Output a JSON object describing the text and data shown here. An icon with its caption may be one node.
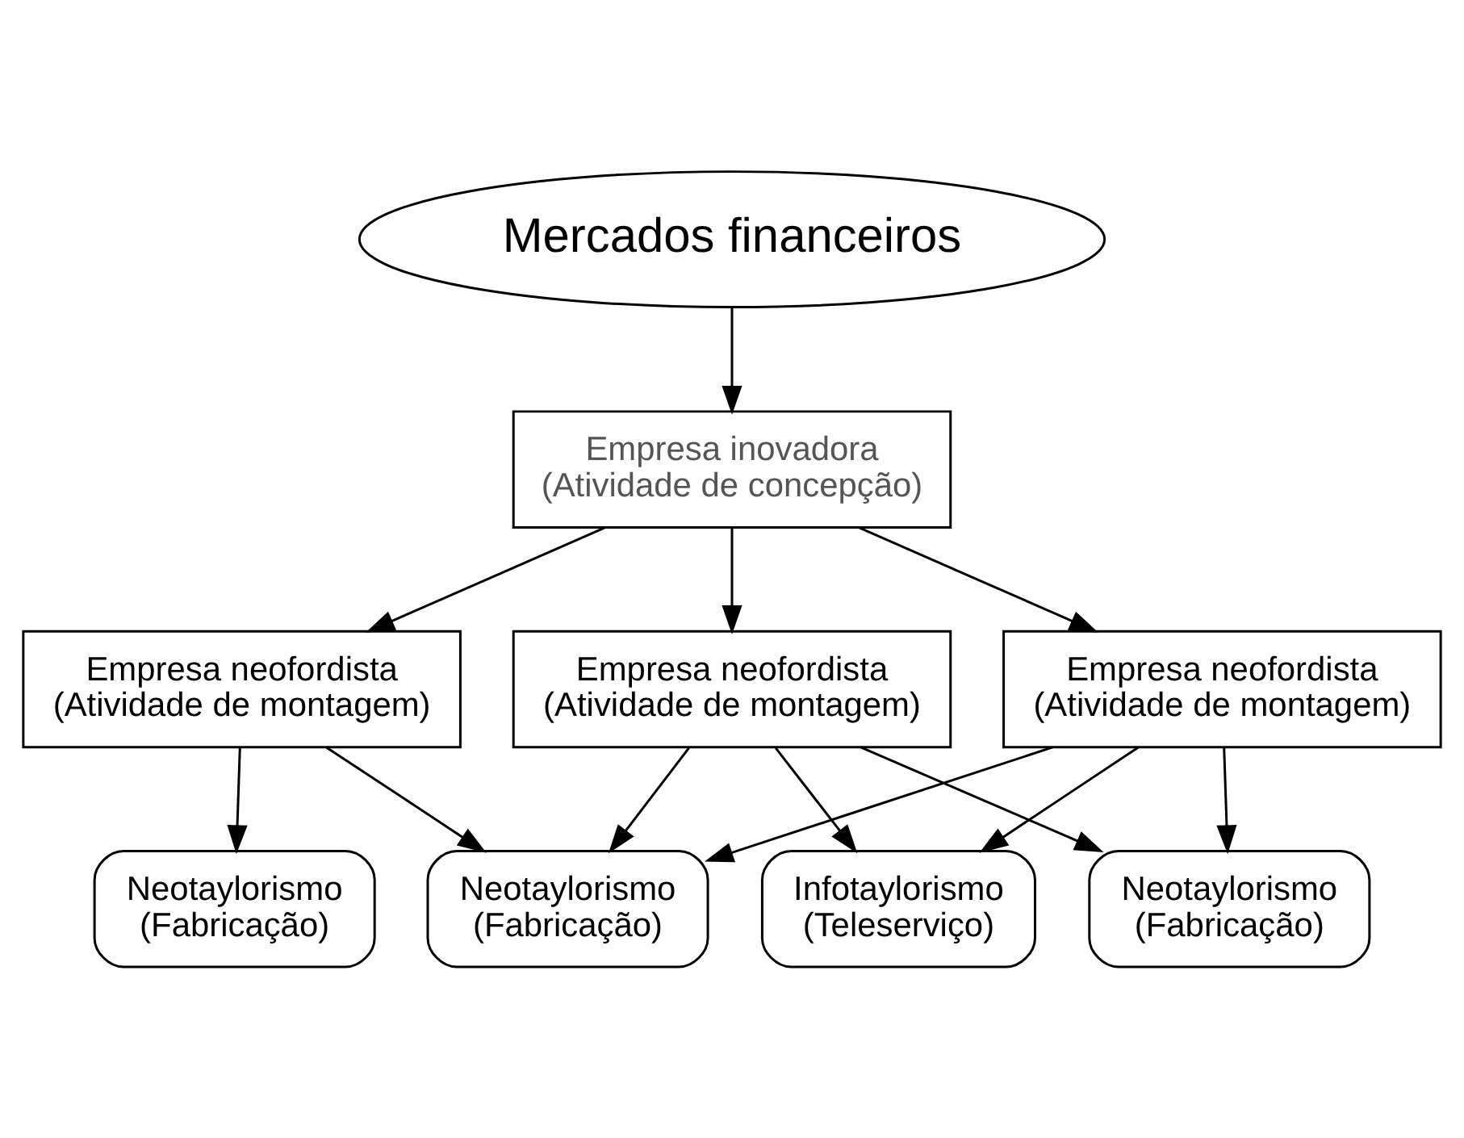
{
  "diagram": {
    "nodes": [
      {
        "text": [
          "Mercados financeiros"
        ]
      },
      {
        "text": [
          "Empresa inovadora (Atividade de concepção)"
        ]
      },
      {
        "text": [
          "Empresa neofordista (Atividade de montagem)"
        ]
      },
      {
        "text": [
          "Empresa neofordista (Atividade de montagem)"
        ]
      },
      {
        "text": [
          "Empresa neofordista (Atividade de montagem)"
        ]
      },
      {
        "text": [
          "Neotaylorismo (Fabricação)"
        ]
      },
      {
        "text": [
          "Neotaylorismo (Fabricação)"
        ]
      },
      {
        "text": [
          "Infotaylorismo (Teleserviço)"
        ]
      },
      {
        "text": [
          "Neotaylorismo (Fabricação)"
        ]
      }
    ],
    "edges": [
      {
        "from": 0,
        "to": 1,
        "arrow": "to"
      },
      {
        "from": 1,
        "to": 2,
        "arrow": "to"
      },
      {
        "from": 1,
        "to": 3,
        "arrow": "to"
      },
      {
        "from": 1,
        "to": 4,
        "arrow": "to"
      },
      {
        "from": 2,
        "to": 5,
        "arrow": "to"
      },
      {
        "from": 2,
        "to": 6,
        "arrow": "to"
      },
      {
        "from": 3,
        "to": 6,
        "arrow": "to"
      },
      {
        "from": 3,
        "to": 7,
        "arrow": "to"
      },
      {
        "from": 3,
        "to": 8,
        "arrow": "to"
      },
      {
        "from": 4,
        "to": 6,
        "arrow": "to"
      },
      {
        "from": 4,
        "to": 7,
        "arrow": "to"
      },
      {
        "from": 4,
        "to": 8,
        "arrow": "to"
      }
    ]
  }
}
